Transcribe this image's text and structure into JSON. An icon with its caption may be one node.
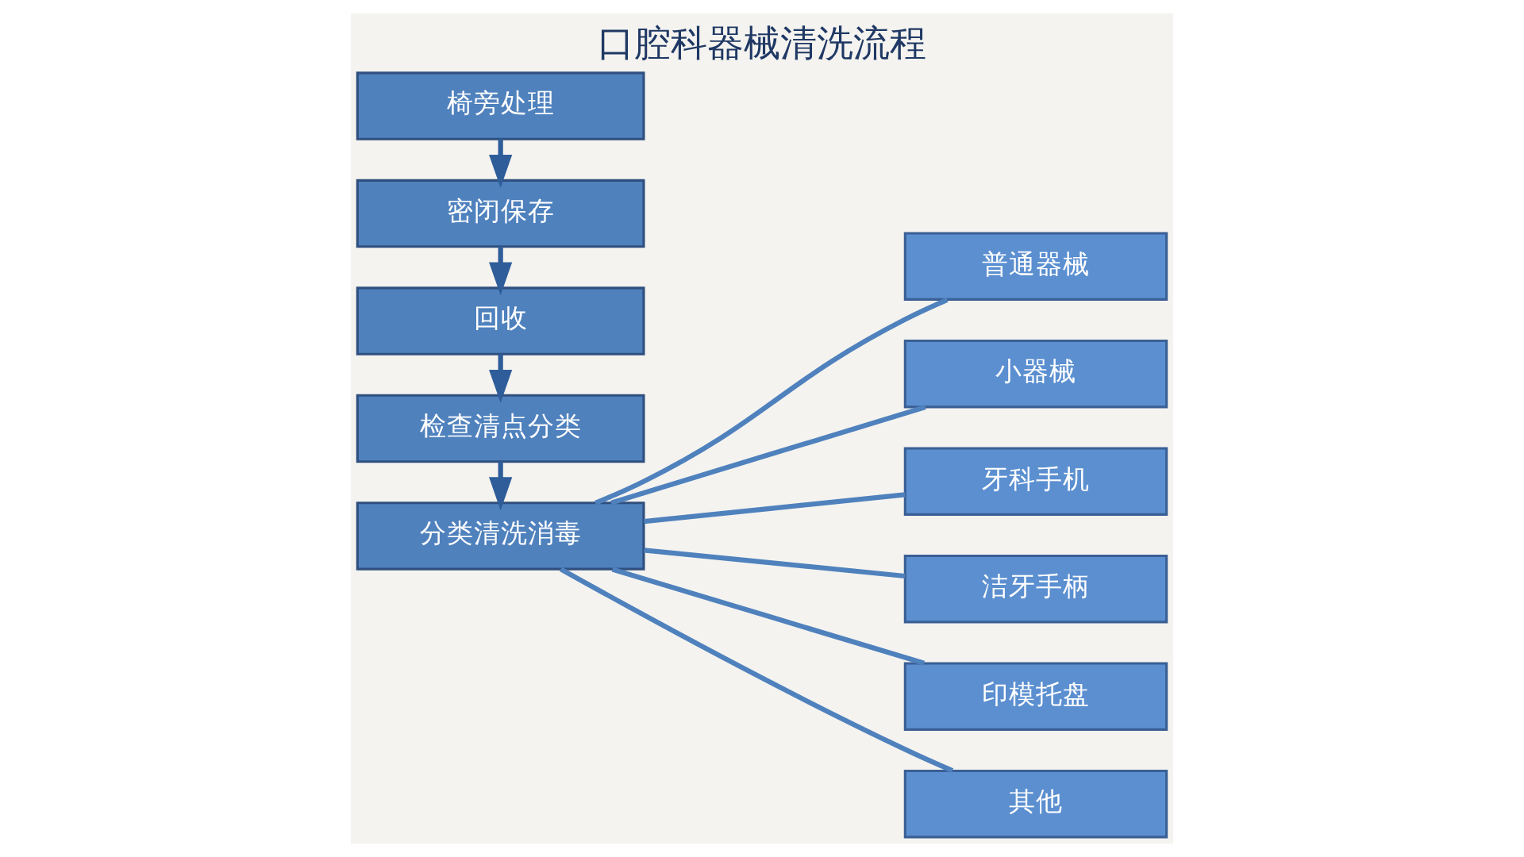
{
  "diagram": {
    "title": "口腔科器械清洗流程",
    "nodes": [
      {
        "text": [
          "椅旁处理"
        ]
      },
      {
        "text": [
          "密闭保存"
        ]
      },
      {
        "text": [
          "回收"
        ]
      },
      {
        "text": [
          "检查清点分类"
        ]
      },
      {
        "text": [
          "分类清洗消毒"
        ]
      },
      {
        "text": [
          "普通器械"
        ]
      },
      {
        "text": [
          "小器械"
        ]
      },
      {
        "text": [
          "牙科手机"
        ]
      },
      {
        "text": [
          "洁牙手柄"
        ]
      },
      {
        "text": [
          "印模托盘"
        ]
      },
      {
        "text": [
          "其他"
        ]
      }
    ],
    "edges": [
      {
        "from": 0,
        "to": 1,
        "arrow": "to"
      },
      {
        "from": 1,
        "to": 2,
        "arrow": "to"
      },
      {
        "from": 2,
        "to": 3,
        "arrow": "to"
      },
      {
        "from": 3,
        "to": 4,
        "arrow": "to"
      },
      {
        "from": 4,
        "to": 5,
        "arrow": "none"
      },
      {
        "from": 4,
        "to": 6,
        "arrow": "none"
      },
      {
        "from": 4,
        "to": 7,
        "arrow": "none"
      },
      {
        "from": 4,
        "to": 8,
        "arrow": "none"
      },
      {
        "from": 4,
        "to": 9,
        "arrow": "none"
      },
      {
        "from": 4,
        "to": 10,
        "arrow": "none"
      }
    ]
  }
}
